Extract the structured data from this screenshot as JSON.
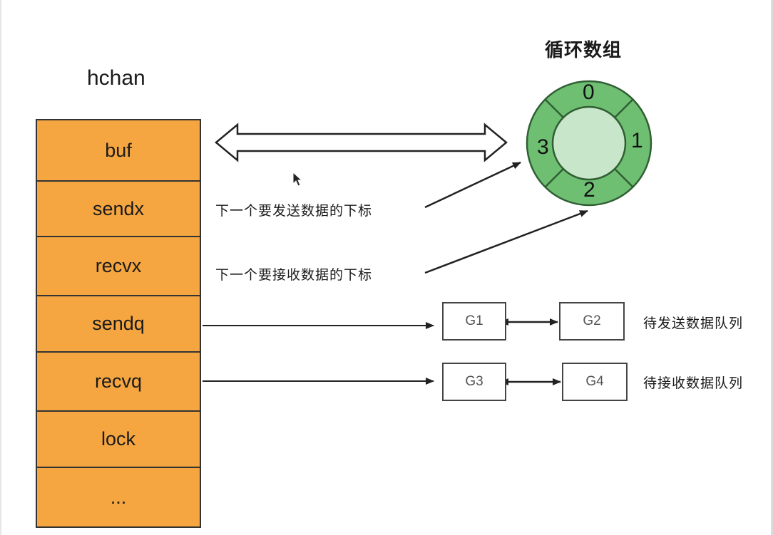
{
  "hchan": {
    "title": "hchan",
    "fields": [
      "buf",
      "sendx",
      "recvx",
      "sendq",
      "recvq",
      "lock",
      "..."
    ]
  },
  "ring": {
    "title": "循环数组",
    "slots": [
      "0",
      "1",
      "2",
      "3"
    ],
    "outer_color": "#6fbf73",
    "inner_color": "#c8e6c9"
  },
  "notes": {
    "sendx": "下一个要发送数据的下标",
    "recvx": "下一个要接收数据的下标"
  },
  "queues": {
    "sendq": {
      "items": [
        "G1",
        "G2"
      ],
      "label": "待发送数据队列"
    },
    "recvq": {
      "items": [
        "G3",
        "G4"
      ],
      "label": "待接收数据队列"
    }
  },
  "colors": {
    "field_fill": "#f5a641",
    "border": "#333333"
  }
}
